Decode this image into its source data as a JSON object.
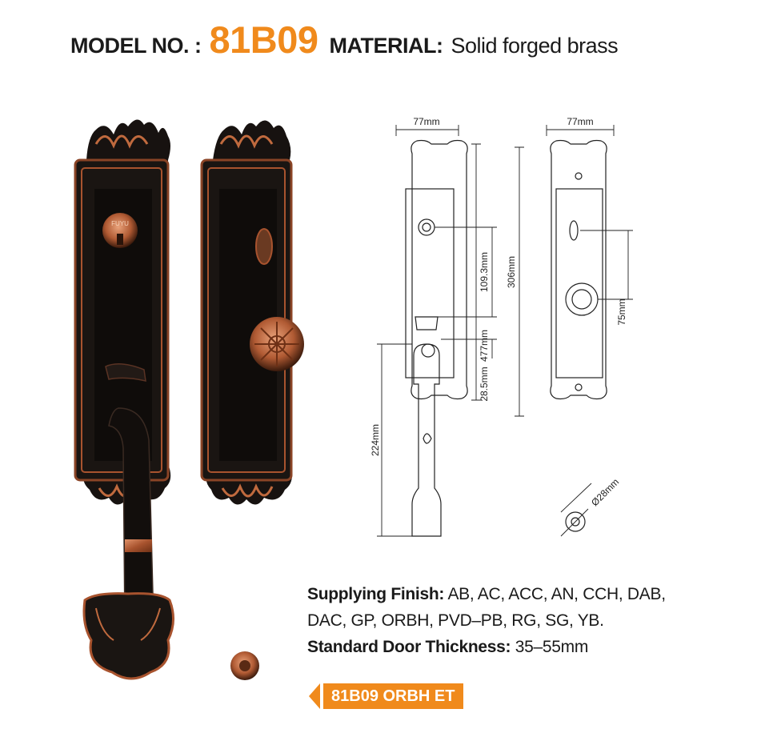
{
  "header": {
    "model_label": "MODEL NO. :",
    "model_number": "81B09",
    "material_label": "MATERIAL:",
    "material_value": "Solid forged brass"
  },
  "photo": {
    "cylinder_brand": "FUYU"
  },
  "dimensions": {
    "front_width": "77mm",
    "back_width": "77mm",
    "cylinder_to_handle": "109.3mm",
    "handle_offset": "28.5mm",
    "handle_length": "224mm",
    "plate_height": "306mm",
    "overall_height": "477mm",
    "thumbturn_to_knob": "75mm",
    "rosette_diameter": "Ø28mm"
  },
  "specs": {
    "finish_label": "Supplying Finish:",
    "finish_line1": "AB, AC, ACC, AN, CCH, DAB,",
    "finish_line2": "DAC, GP, ORBH, PVD–PB, RG, SG, YB.",
    "thickness_label": "Standard Door Thickness:",
    "thickness_value": "35–55mm"
  },
  "tag": {
    "label": "81B09 ORBH ET"
  },
  "colors": {
    "accent": "#f08a1c",
    "finish_dark": "#1a1512",
    "copper": "#b0603a"
  }
}
